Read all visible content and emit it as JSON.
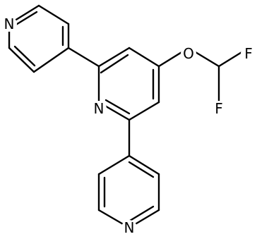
{
  "molecule": {
    "atoms": {
      "n_top": "N",
      "n_center": "N",
      "n_bottom": "N",
      "o": "O",
      "f_top": "F",
      "f_bottom": "F"
    }
  }
}
